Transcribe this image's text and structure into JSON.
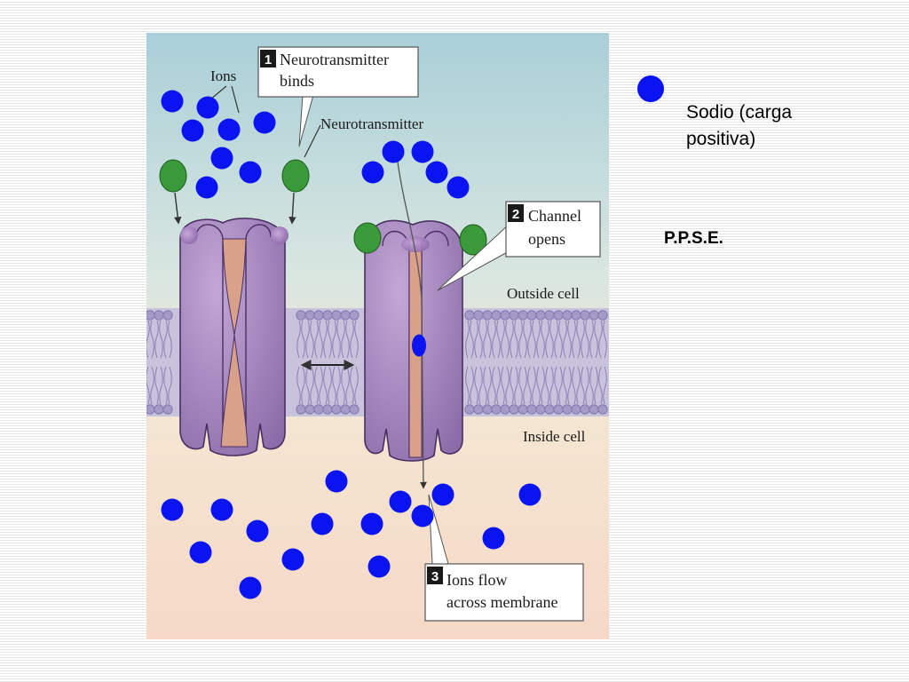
{
  "figure": {
    "labels": {
      "ions": "Ions",
      "neurotransmitter": "Neurotransmitter",
      "outside_cell": "Outside cell",
      "inside_cell": "Inside cell"
    },
    "steps": [
      {
        "number": "1",
        "line1": "Neurotransmitter",
        "line2": "binds"
      },
      {
        "number": "2",
        "line1": "Channel",
        "line2": "opens"
      },
      {
        "number": "3",
        "line1": "Ions flow",
        "line2": "across membrane"
      }
    ]
  },
  "legend": {
    "label": "Sodio (carga positiva)",
    "color": "#0a14f0"
  },
  "annotation": "P.P.S.E.",
  "colors": {
    "ion": "#0a14f0",
    "neurotransmitter": "#3a9a3a",
    "channel": "#9a7ab4",
    "pore": "#d9a08a",
    "membrane": "#a49ac8"
  }
}
